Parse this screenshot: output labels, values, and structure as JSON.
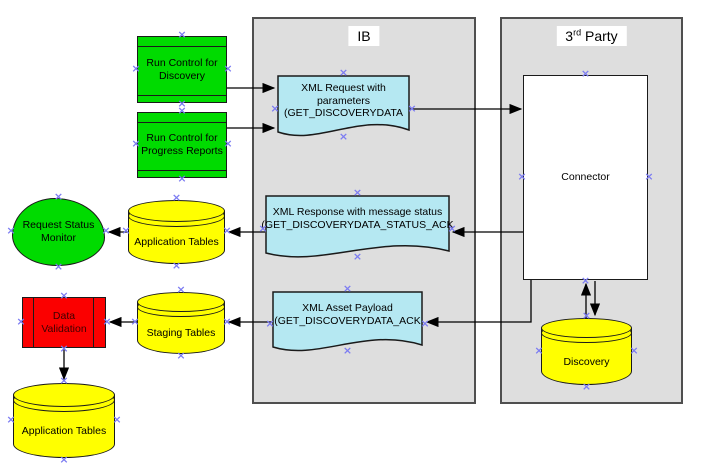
{
  "containers": {
    "ib": {
      "title": "IB"
    },
    "third_party": {
      "title_pre": "3",
      "title_sup": "rd",
      "title_post": " Party"
    }
  },
  "nodes": {
    "run_control_discovery": {
      "lines": [
        "Run Control for",
        "Discovery"
      ]
    },
    "run_control_progress": {
      "lines": [
        "Run Control for",
        "Progress Reports"
      ]
    },
    "xml_request": {
      "lines": [
        "XML Request with",
        "parameters",
        "(GET_DISCOVERYDATA"
      ]
    },
    "xml_response": {
      "lines": [
        "XML Response with message status",
        "(GET_DISCOVERYDATA_STATUS_ACK"
      ]
    },
    "xml_asset": {
      "lines": [
        "XML Asset Payload",
        "(GET_DISCOVERYDATA_ACK"
      ]
    },
    "connector": {
      "label": "Connector"
    },
    "discovery": {
      "label": "Discovery"
    },
    "request_status_monitor": {
      "lines": [
        "Request Status",
        "Monitor"
      ]
    },
    "application_tables_middle": {
      "label": "Application Tables"
    },
    "data_validation": {
      "lines": [
        "Data",
        "Validation"
      ]
    },
    "staging_tables": {
      "label": "Staging Tables"
    },
    "application_tables_bottom": {
      "label": "Application Tables"
    }
  },
  "colors": {
    "process_green": "#00DB00",
    "storage_yellow": "#FFFF00",
    "validation_red": "#FB0000",
    "document_blue": "#B5E8F2",
    "container_gray": "#DEDEDE",
    "handle_blue": "#7C7CF2"
  }
}
